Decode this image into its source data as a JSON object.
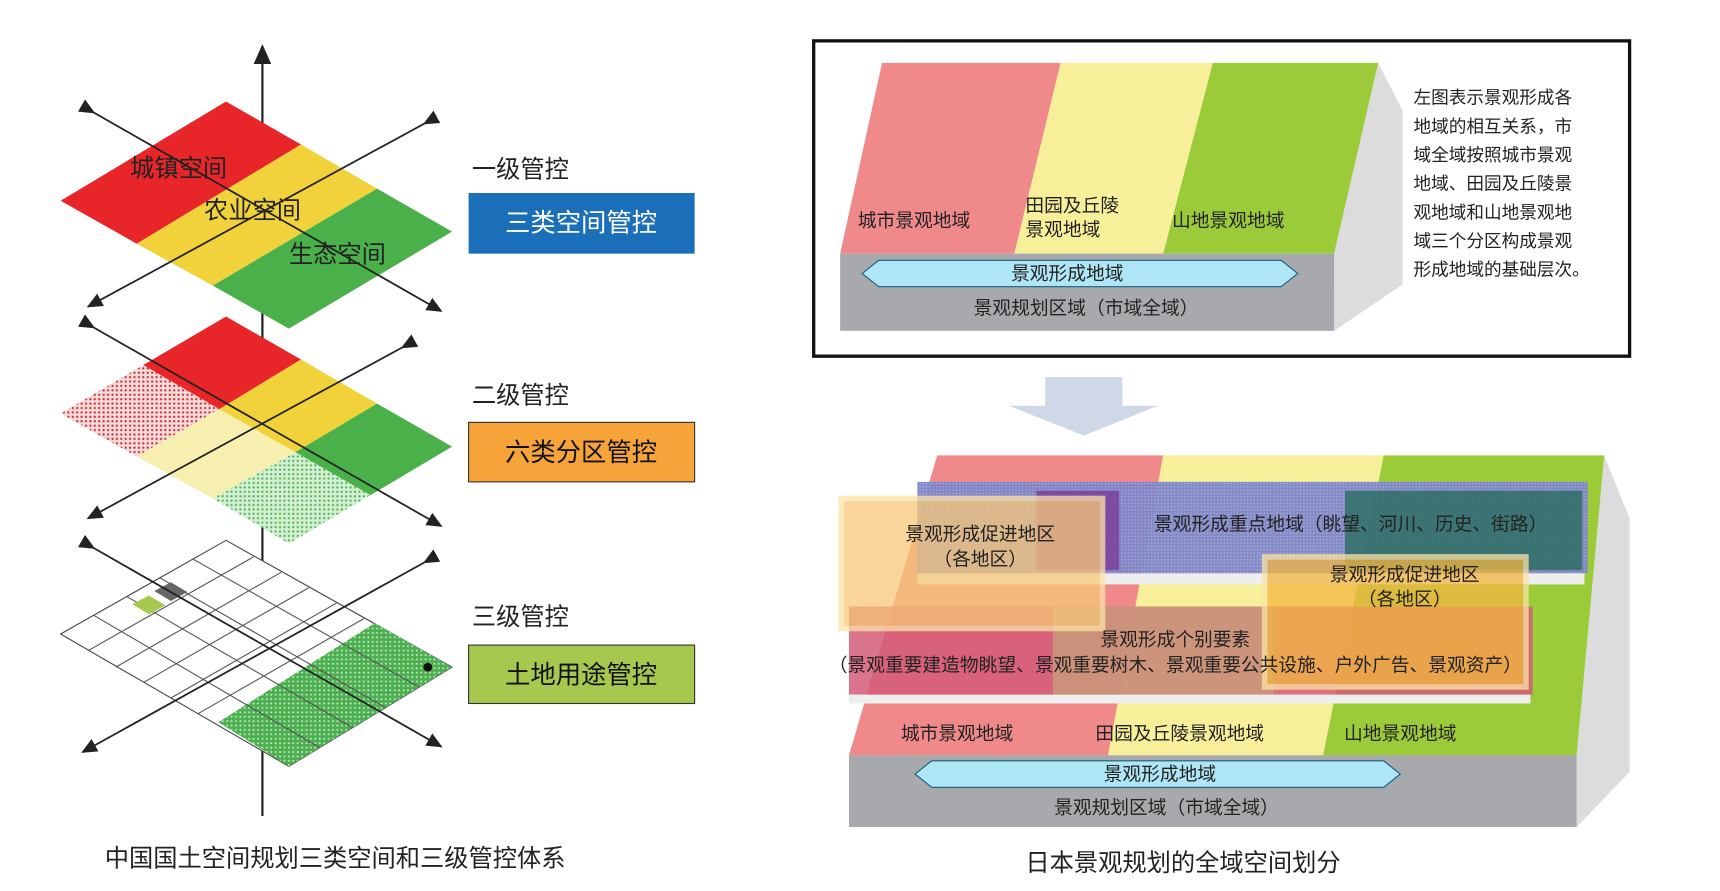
{
  "left": {
    "zones": [
      "城镇空间",
      "农业空间",
      "生态空间"
    ],
    "levels": [
      {
        "title": "一级管控",
        "box": "三类空间管控",
        "color": "#1a6fb8"
      },
      {
        "title": "二级管控",
        "box": "六类分区管控",
        "color": "#f6a43a"
      },
      {
        "title": "三级管控",
        "box": "土地用途管控",
        "color": "#a6c84e"
      }
    ],
    "caption": "中国国土空间规划三类空间和三级管控体系"
  },
  "right_top": {
    "areas": [
      "城市景观地域",
      "田园及丘陵",
      "景观地域",
      "山地景观地域"
    ],
    "banner": "景观形成地域",
    "base": "景观规划区域（市域全域）",
    "note": [
      "左图表示景观形成各",
      "地域的相互关系，市",
      "域全域按照城市景观",
      "地域、田园及丘陵景",
      "观地域和山地景观地",
      "域三个分区构成景观",
      "形成地域的基础层次。"
    ]
  },
  "right_bottom": {
    "key_area": "景观形成重点地域（眺望、河川、历史、街路）",
    "promote_left": [
      "景观形成促进地区",
      "（各地区）"
    ],
    "promote_right": [
      "景观形成促进地区",
      "（各地区）"
    ],
    "elements": [
      "景观形成个别要素",
      "（景观重要建造物眺望、景观重要树木、景观重要公共设施、户外广告、景观资产）"
    ],
    "areas": [
      "城市景观地域",
      "田园及丘陵景观地域",
      "山地景观地域"
    ],
    "banner": "景观形成地域",
    "base": "景观规划区域（市域全域）",
    "caption": "日本景观规划的全域空间划分"
  },
  "colors": {
    "red": "#e8262a",
    "yellow": "#f1d23a",
    "green": "#49b04a",
    "pink": "#f08a8a",
    "paleyellow": "#f7ef9a",
    "lime": "#9ccb3a",
    "cyan": "#aee6f5",
    "gray": "#a7a9ac"
  }
}
